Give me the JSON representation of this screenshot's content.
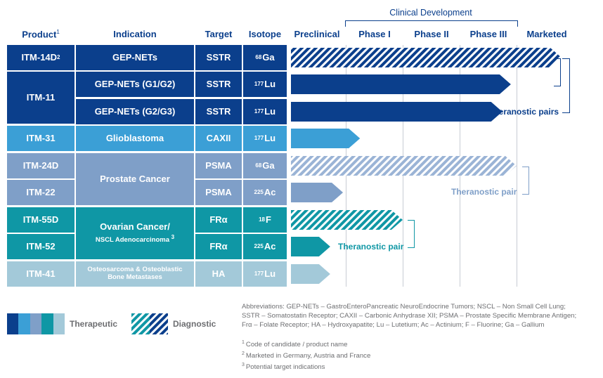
{
  "headers": {
    "product": "Product",
    "product_note": "1",
    "indication": "Indication",
    "target": "Target",
    "isotope": "Isotope",
    "clinical_development": "Clinical Development",
    "phases": [
      "Preclinical",
      "Phase I",
      "Phase II",
      "Phase III",
      "Marketed"
    ]
  },
  "rows": [
    {
      "product": "ITM-14D",
      "product_note": "2",
      "target": "SSTR",
      "isotope_mass": "68",
      "isotope_el": "Ga",
      "type": "diagnostic",
      "stage": 4.8
    },
    {
      "product": "ITM-11",
      "product_note": "",
      "target": "SSTR",
      "isotope_mass": "177",
      "isotope_el": "Lu",
      "type": "therapeutic",
      "stage": 3.9
    },
    {
      "product": "",
      "product_note": "",
      "target": "SSTR",
      "isotope_mass": "177",
      "isotope_el": "Lu",
      "type": "therapeutic",
      "stage": 3.75
    },
    {
      "product": "ITM-31",
      "product_note": "",
      "target": "CAXII",
      "isotope_mass": "177",
      "isotope_el": "Lu",
      "type": "therapeutic",
      "stage": 1.25
    },
    {
      "product": "ITM-24D",
      "product_note": "",
      "target": "PSMA",
      "isotope_mass": "68",
      "isotope_el": "Ga",
      "type": "diagnostic",
      "stage": 4.0
    },
    {
      "product": "ITM-22",
      "product_note": "",
      "target": "PSMA",
      "isotope_mass": "225",
      "isotope_el": "Ac",
      "type": "therapeutic",
      "stage": 0.95
    },
    {
      "product": "ITM-55D",
      "product_note": "",
      "target": "FRα",
      "isotope_mass": "18",
      "isotope_el": "F",
      "type": "diagnostic",
      "stage": 2.0
    },
    {
      "product": "ITM-52",
      "product_note": "",
      "target": "FRα",
      "isotope_mass": "225",
      "isotope_el": "Ac",
      "type": "therapeutic",
      "stage": 0.72
    },
    {
      "product": "ITM-41",
      "product_note": "",
      "target": "HA",
      "isotope_mass": "177",
      "isotope_el": "Lu",
      "type": "therapeutic",
      "stage": 0.72
    }
  ],
  "indications": {
    "gep_nets": "GEP-NETs",
    "gep_nets_g1g2": "GEP-NETs (G1/G2)",
    "gep_nets_g2g3": "GEP-NETs (G2/G3)",
    "glioblastoma": "Glioblastoma",
    "prostate": "Prostate Cancer",
    "ovarian_line1": "Ovarian Cancer/",
    "ovarian_line2": "NSCL Adenocarcinoma",
    "ovarian_note": "3",
    "osteo_line1": "Osteosarcoma & Osteoblastic",
    "osteo_line2": "Bone Metastases"
  },
  "theranostic": {
    "pairs": "Theranostic pairs",
    "pair_psma": "Theranostic pair",
    "pair_fra": "Theranostic pair"
  },
  "legend": {
    "therapeutic": "Therapeutic",
    "diagnostic": "Diagnostic"
  },
  "abbreviations": [
    "Abbreviations: GEP-NETs – GastroEnteroPancreatic NeuroEndocrine Tumors; NSCL – Non Small Cell Lung;",
    "SSTR – Somatostatin Receptor; CAXII – Carbonic Anhydrase XII; PSMA – Prostate Specific Membrane Antigen;",
    "Frα – Folate Receptor; HA – Hydroxyapatite; Lu – Lutetium; Ac – Actinium; F – Fluorine; Ga – Gallium"
  ],
  "footnotes": [
    {
      "num": "1",
      "text": "Code of candidate / product name"
    },
    {
      "num": "2",
      "text": "Marketed in Germany, Austria and France"
    },
    {
      "num": "3",
      "text": "Potential target indications"
    }
  ],
  "colors": {
    "navy": "#0b3f8c",
    "mid_blue": "#3b9fd6",
    "grey_blue": "#7f9fc8",
    "teal": "#0f97a5",
    "light_blue": "#a3c9d9"
  }
}
